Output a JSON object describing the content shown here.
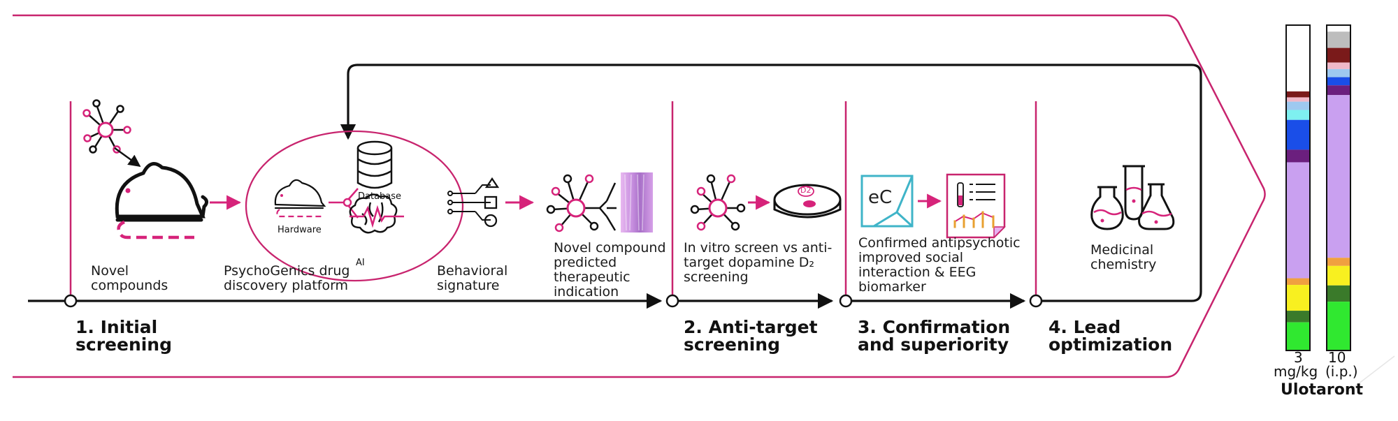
{
  "colors": {
    "accent": "#d6237a",
    "ink": "#111111",
    "teal": "#3fb4c8"
  },
  "steps": [
    {
      "title": "1. Initial\nscreening"
    },
    {
      "title": "2. Anti-target\nscreening"
    },
    {
      "title": "3. Confirmation\nand superiority"
    },
    {
      "title": "4. Lead\noptimization"
    }
  ],
  "labels": {
    "novel_compounds": "Novel\ncompounds",
    "platform": "PsychoGenics drug\ndiscovery platform",
    "hardware": "Hardware",
    "database": "Database",
    "ai": "AI",
    "behavioral_signature": "Behavioral\nsignature",
    "predicted_indication": "Novel compound\npredicted\ntherapeutic\nindication",
    "in_vitro": "In vitro screen vs anti-\ntarget dopamine D₂\nscreening",
    "d2_dish": "D2",
    "ec_logo": "eC",
    "confirmed": "Confirmed antipsychotic\nimproved social\ninteraction & EEG\nbiomarker",
    "medicinal_chemistry": "Medicinal\nchemistry"
  },
  "signature_bars": {
    "drug": "Ulotaront",
    "unit": "mg/kg",
    "route": "(i.p.)",
    "doses": [
      {
        "dose": "3",
        "segments": [
          {
            "fraction": 0.2,
            "color": "#ffffff"
          },
          {
            "fraction": 0.018,
            "color": "#7a1a1a"
          },
          {
            "fraction": 0.013,
            "color": "#f0b8c8"
          },
          {
            "fraction": 0.025,
            "color": "#9ec9f0"
          },
          {
            "fraction": 0.03,
            "color": "#7ef0f0"
          },
          {
            "fraction": 0.09,
            "color": "#1a4ee8"
          },
          {
            "fraction": 0.038,
            "color": "#6b1f7e"
          },
          {
            "fraction": 0.35,
            "color": "#c9a0f0"
          },
          {
            "fraction": 0.02,
            "color": "#f0a040"
          },
          {
            "fraction": 0.078,
            "color": "#f8f020"
          },
          {
            "fraction": 0.035,
            "color": "#3a7a2a"
          },
          {
            "fraction": 0.085,
            "color": "#30e830"
          }
        ]
      },
      {
        "dose": "10",
        "segments": [
          {
            "fraction": 0.02,
            "color": "#ffffff"
          },
          {
            "fraction": 0.05,
            "color": "#bdbdbd"
          },
          {
            "fraction": 0.045,
            "color": "#7a1a1a"
          },
          {
            "fraction": 0.02,
            "color": "#f0b8c8"
          },
          {
            "fraction": 0.025,
            "color": "#9ec9f0"
          },
          {
            "fraction": 0.025,
            "color": "#1a4ee8"
          },
          {
            "fraction": 0.03,
            "color": "#6b1f7e"
          },
          {
            "fraction": 0.5,
            "color": "#c9a0f0"
          },
          {
            "fraction": 0.025,
            "color": "#f0a040"
          },
          {
            "fraction": 0.06,
            "color": "#f8f020"
          },
          {
            "fraction": 0.05,
            "color": "#3a7a2a"
          },
          {
            "fraction": 0.15,
            "color": "#30e830"
          }
        ]
      }
    ]
  }
}
